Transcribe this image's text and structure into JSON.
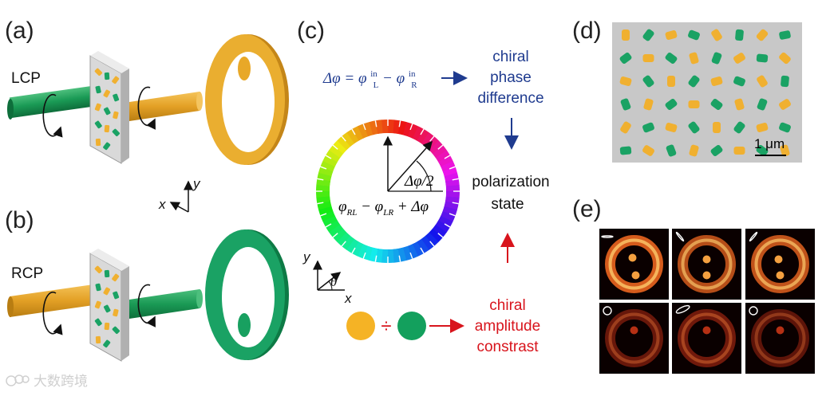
{
  "panels": {
    "a": {
      "label": "(a)",
      "beam": "LCP"
    },
    "b": {
      "label": "(b)",
      "beam": "RCP"
    },
    "c": {
      "label": "(c)"
    },
    "d": {
      "label": "(d)",
      "scale_bar": "1 μm"
    },
    "e": {
      "label": "(e)"
    }
  },
  "axes_ab": {
    "x": "x",
    "y": "y"
  },
  "axes_c": {
    "x": "x",
    "y": "y",
    "angle": "θ"
  },
  "phase_equation": {
    "lhs": "Δφ = φ",
    "sup1": "in",
    "sub1": "L",
    "minus": " − φ",
    "sup2": "in",
    "sub2": "R"
  },
  "ring_labels": {
    "half_angle": "Δφ/2",
    "phi": "φ",
    "sub_rl": "RL",
    "minus_phi": " − φ",
    "sub_lr": "LR",
    "plus": " + Δφ"
  },
  "flow": {
    "chiral_phase": [
      "chiral",
      "phase",
      "difference"
    ],
    "polarization": [
      "polarization",
      "state"
    ],
    "chiral_amplitude": [
      "chiral",
      "amplitude",
      "constrast"
    ],
    "divide": "÷"
  },
  "watermark": "大数跨境",
  "colors": {
    "orange": "#f0b030",
    "green": "#1aa264",
    "blue_text": "#1f3b8f",
    "red_text": "#d8141c",
    "plate": "#c8c8c8"
  },
  "icons": [
    "rotation-arrow-icon",
    "polarization-ellipse-icon",
    "circular-polarization-icon"
  ]
}
